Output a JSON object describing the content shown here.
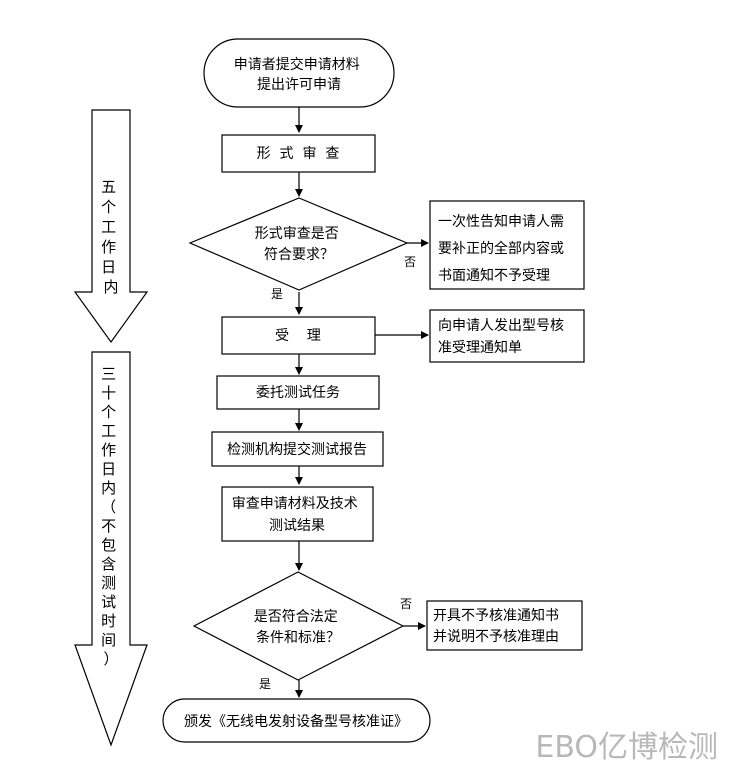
{
  "nodes": {
    "start": [
      "申请者提交申请材料",
      "提出许可申请"
    ],
    "formal_review": "形  式  审  查",
    "decision1": [
      "形式审查是否",
      "符合要求？"
    ],
    "reject_notice": [
      "一次性告知申请人需",
      "要补正的全部内容或",
      "书面通知不予受理"
    ],
    "accept": "受    理",
    "accept_notice": [
      "向申请人发出型号核",
      "准受理通知单"
    ],
    "commission_test": "委托测试任务",
    "test_report": "检测机构提交测试报告",
    "review_results": [
      "审查申请材料及技术",
      "测试结果"
    ],
    "decision2": [
      "是否符合法定",
      "条件和标准？"
    ],
    "refuse_approval": [
      "开具不予核准通知书",
      "并说明不予核准理由"
    ],
    "issue_cert": "颁发《无线电发射设备型号核准证》"
  },
  "labels": {
    "no1": "否",
    "yes1": "是",
    "no2": "否",
    "yes2": "是"
  },
  "side_arrows": {
    "five_days": [
      "五",
      "个",
      "工",
      "作",
      "日",
      "内"
    ],
    "thirty_days": [
      "三",
      "十",
      "个",
      "工",
      "作",
      "日",
      "内",
      "（",
      "不",
      "包",
      "含",
      "测",
      "试",
      "时",
      "间",
      "）"
    ]
  },
  "watermark": "EBO亿博检测"
}
